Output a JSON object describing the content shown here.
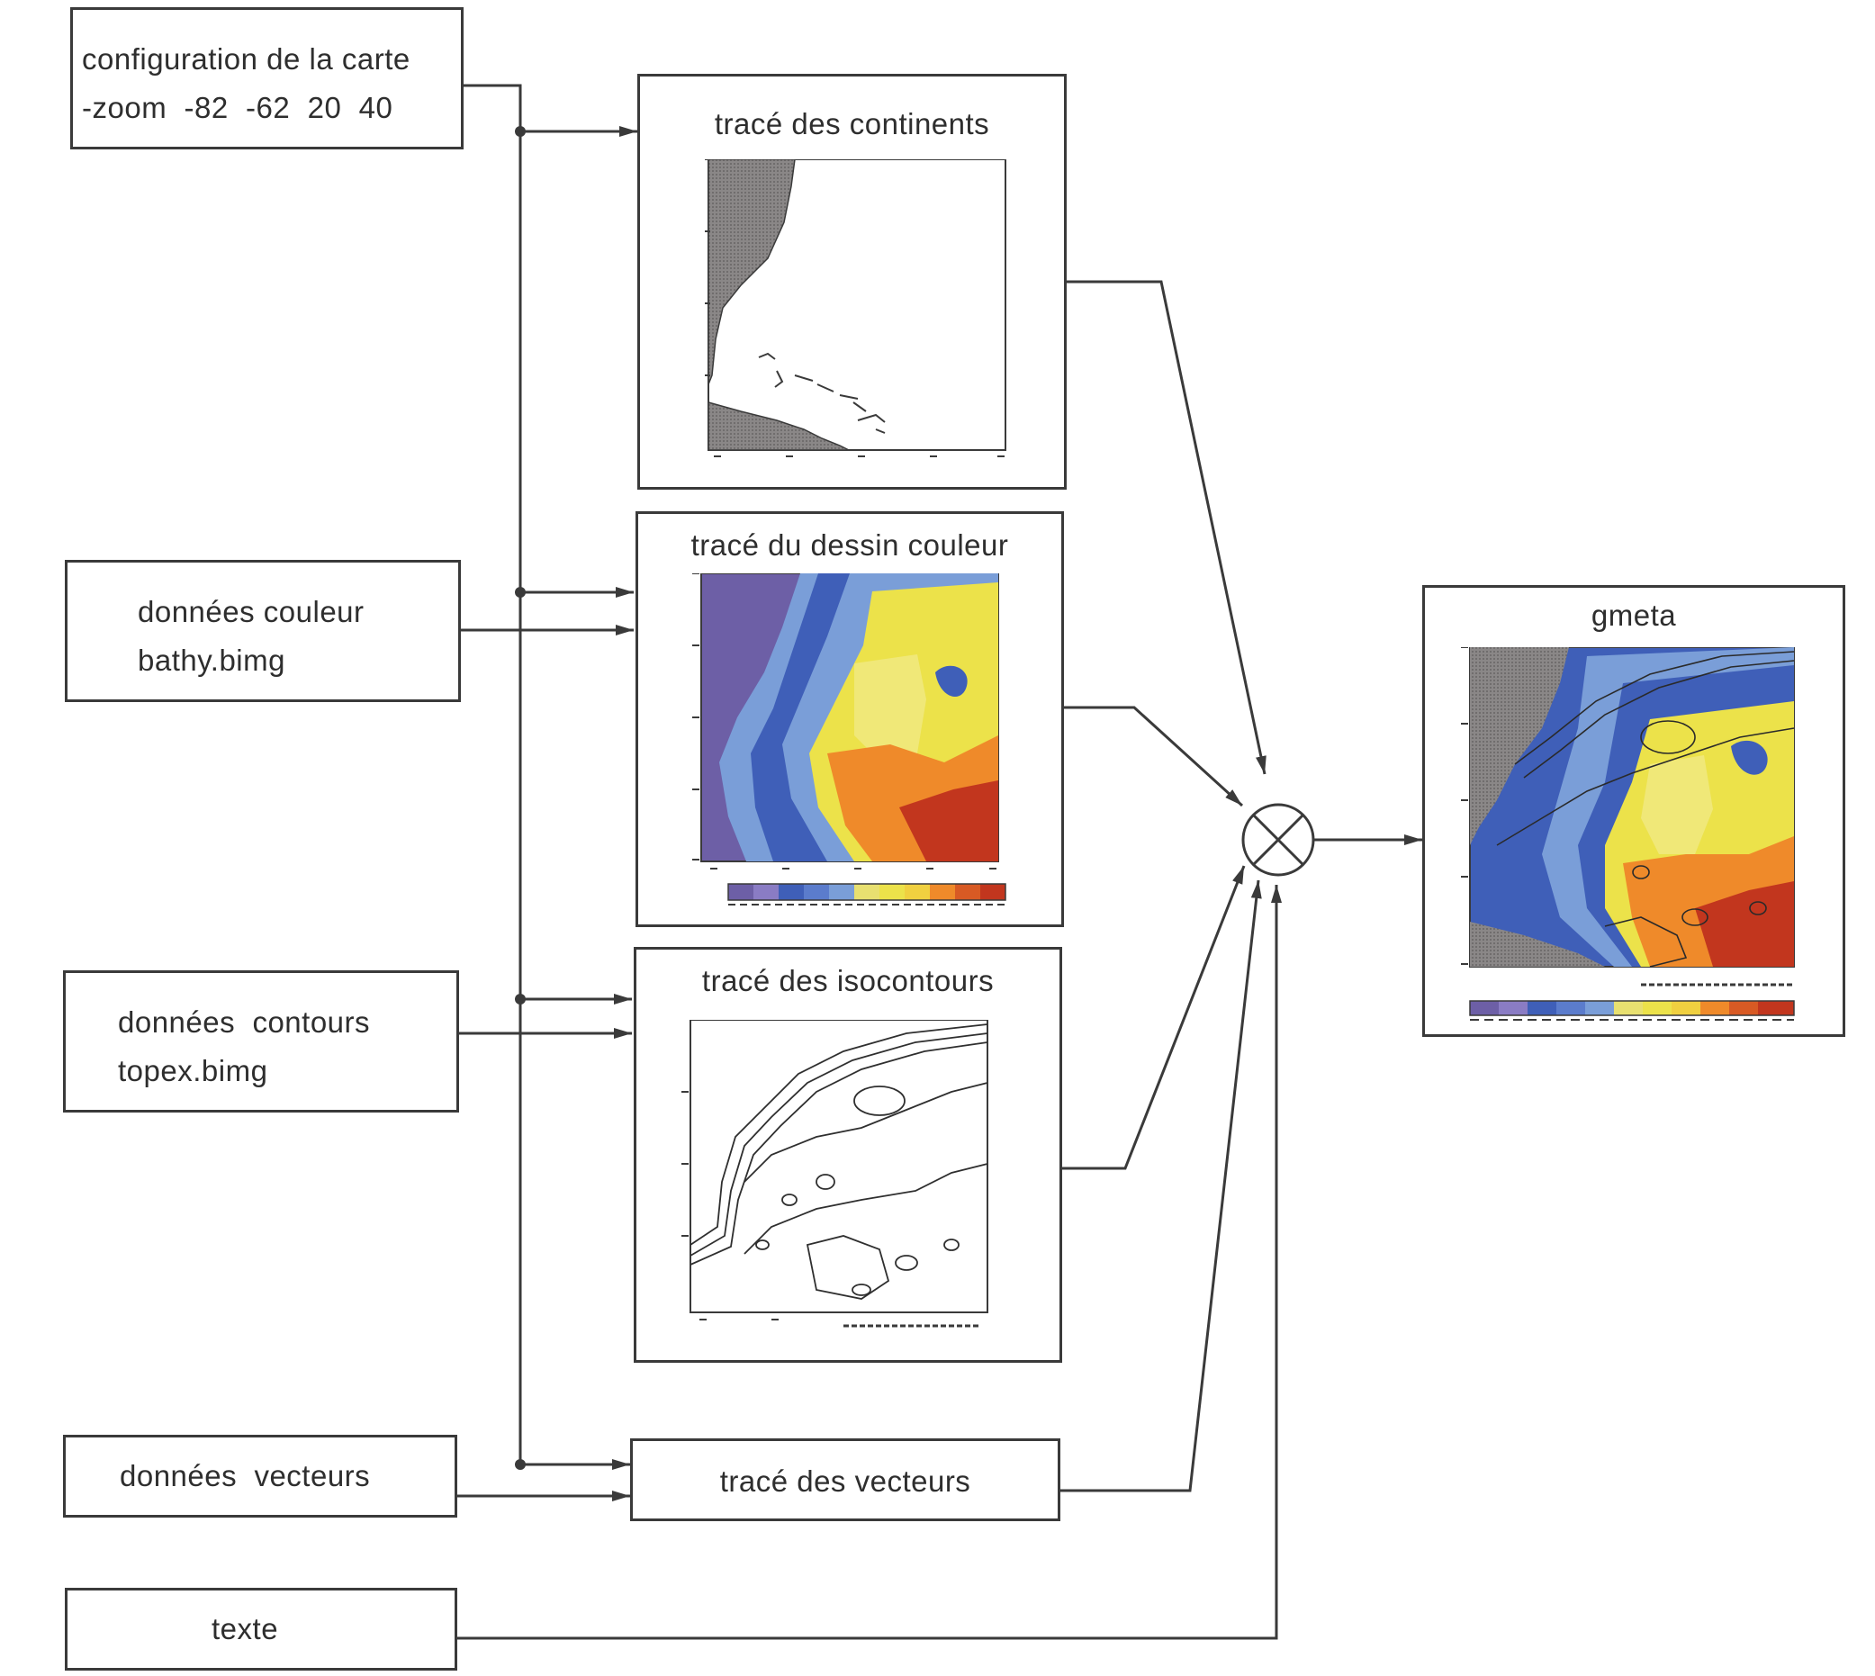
{
  "inputs": {
    "config_line1": "configuration de la carte",
    "config_line2": "-zoom  -82  -62  20  40",
    "couleur_line1": "données couleur",
    "couleur_line2": "bathy.bimg",
    "contours_line1": "données  contours",
    "contours_line2": "topex.bimg",
    "vecteurs": "données  vecteurs",
    "texte": "texte"
  },
  "steps": {
    "continents": "tracé  des  continents",
    "couleur": "tracé du dessin couleur",
    "isocontours": "tracé  des  isocontours",
    "vecteurs": "tracé  des  vecteurs"
  },
  "output": {
    "title": "gmeta"
  },
  "colors": {
    "line": "#3a3a3a",
    "land": "#7d7a7a",
    "deep": "#6d5fa6",
    "blue": "#3f5fb8",
    "light_blue": "#7a9ed8",
    "yellow": "#ece24a",
    "light_yellow": "#f0e878",
    "orange": "#ef8a2a",
    "red": "#c2361e"
  }
}
